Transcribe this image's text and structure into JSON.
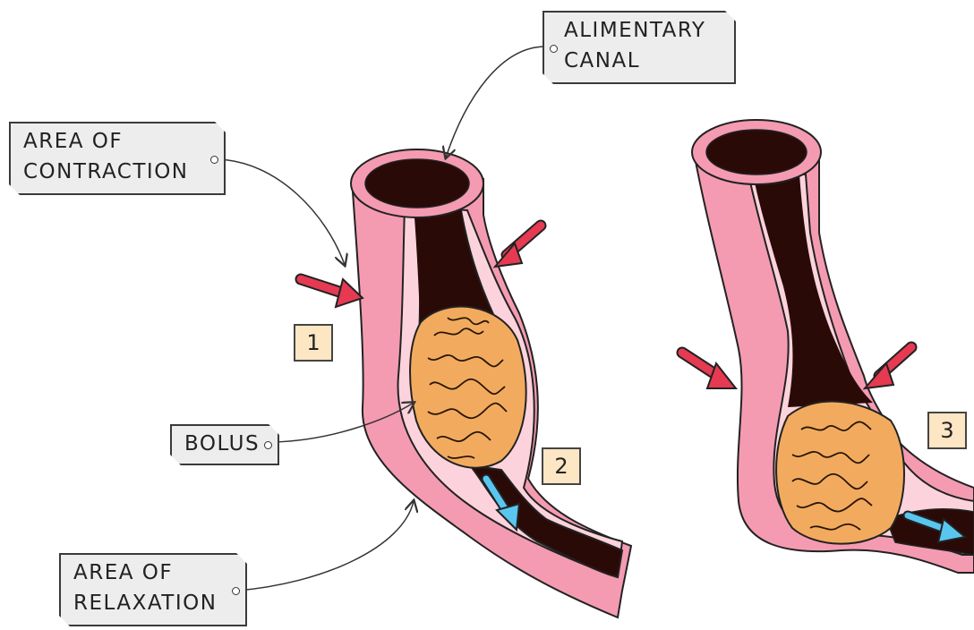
{
  "labels": {
    "alimentary_canal": [
      "ALIMENTARY",
      "CANAL"
    ],
    "area_of_contraction": [
      "AREA  OF",
      "CONTRACTION"
    ],
    "bolus": "BOLUS",
    "area_of_relaxation": [
      "AREA  OF",
      "RELAXATION"
    ]
  },
  "steps": [
    "1",
    "2",
    "3"
  ],
  "colors": {
    "outer_wall": "#f49bb2",
    "inner_wall": "#fcd3dc",
    "lumen": "#2a0a07",
    "bolus": "#f2ab5e",
    "contraction_arrow": "#e53a52",
    "movement_arrow": "#59c6ef",
    "label_box": "#ededed",
    "step_box": "#fde6c4"
  }
}
